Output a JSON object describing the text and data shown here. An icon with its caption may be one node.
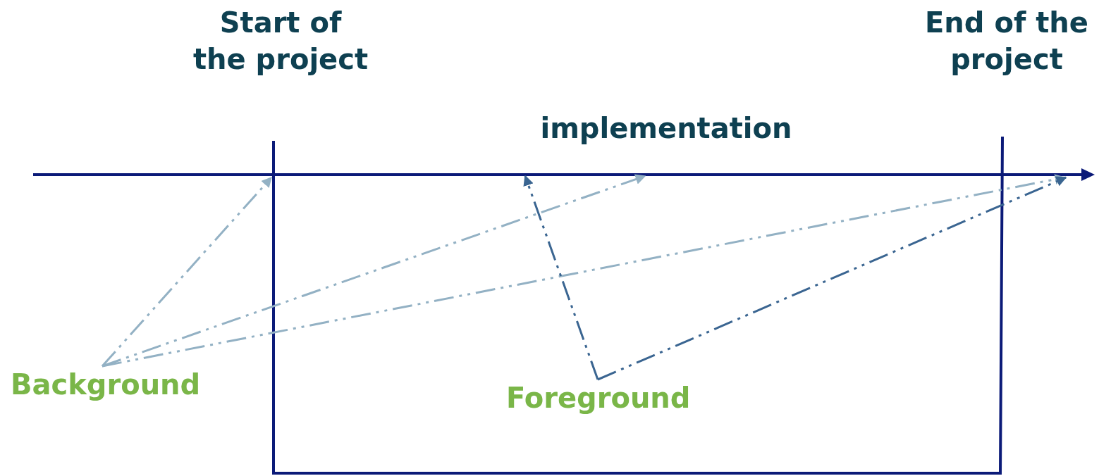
{
  "diagram": {
    "nodes": [
      {
        "text": [
          "Background"
        ]
      },
      {
        "text": [
          "Foreground"
        ]
      }
    ],
    "edges": [
      {
        "from": 0,
        "to": null,
        "arrow": "to",
        "style": "dashed"
      },
      {
        "from": 0,
        "to": null,
        "arrow": "to",
        "style": "dashed"
      },
      {
        "from": 0,
        "to": null,
        "arrow": "to",
        "style": "dashed"
      },
      {
        "from": 1,
        "to": null,
        "arrow": "to",
        "style": "dashed",
        "color": "#3a6591"
      },
      {
        "from": 1,
        "to": null,
        "arrow": "to",
        "style": "dashed",
        "color": "#3a6591"
      }
    ],
    "labels": [
      "Start of the project",
      "End of the project",
      "implementation"
    ]
  }
}
